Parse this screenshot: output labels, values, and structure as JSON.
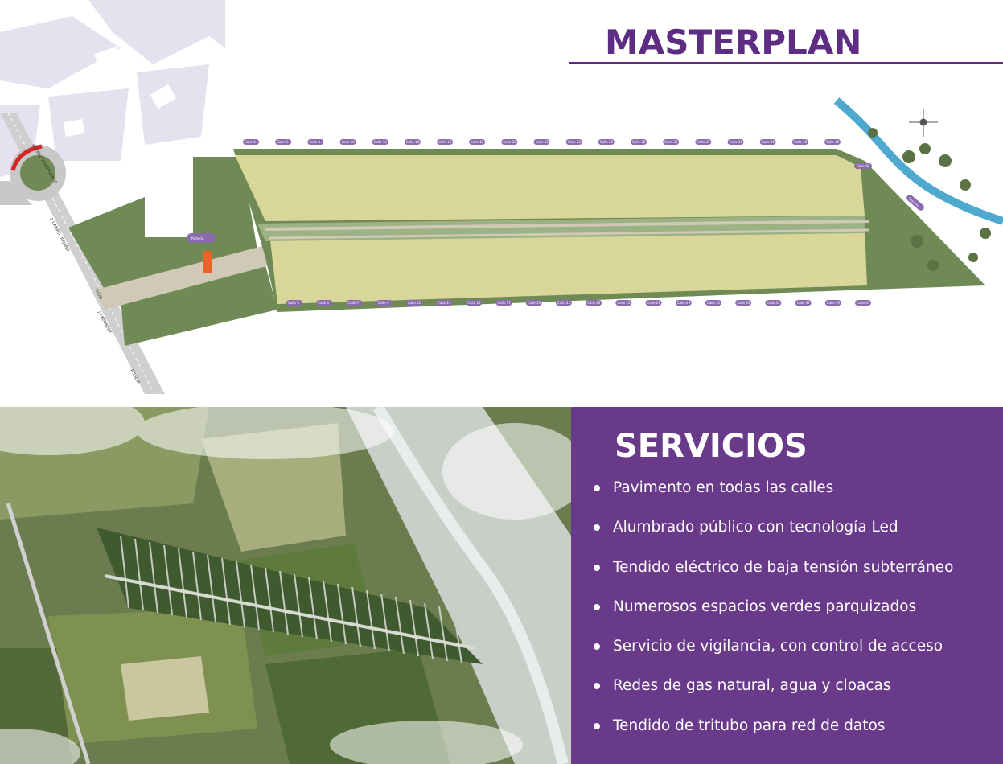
{
  "masterplan": {
    "title": "MASTERPLAN",
    "road_labels": {
      "access": "ACCESO AEROPUERTO",
      "campo_quijano": "A CAMPO QUIJANO",
      "avda": "AVDA.",
      "kennedy": "J.F.KENNEDY",
      "salta": "A SALTA"
    },
    "gate_label": "Portería",
    "amenity_label": "Sendero",
    "top_streets": [
      "Calle 4",
      "Calle 6",
      "Calle 8",
      "Calle 10",
      "Calle 12",
      "Calle 14",
      "Calle 16",
      "Calle 18",
      "Calle 20",
      "Calle 22",
      "Calle 24",
      "Calle 26",
      "Calle 28",
      "Calle 30",
      "Calle 32",
      "Calle 34",
      "Calle 36",
      "Calle 38",
      "Calle 40"
    ],
    "bottom_streets": [
      "Calle 3",
      "Calle 5",
      "Calle 7",
      "Calle 9",
      "Calle 11",
      "Calle 13",
      "Calle 15",
      "Calle 17",
      "Calle 19",
      "Calle 21",
      "Calle 23",
      "Calle 25",
      "Calle 27",
      "Calle 29",
      "Calle 31",
      "Calle 33",
      "Calle 35",
      "Calle 37",
      "Calle 39",
      "Calle 41"
    ],
    "end_street": "Calle 42"
  },
  "servicios": {
    "title": "SERVICIOS",
    "items": [
      "Pavimento en todas las calles",
      "Alumbrado público con tecnología Led",
      "Tendido eléctrico de baja tensión subterráneo",
      "Numerosos espacios verdes parquizados",
      "Servicio de vigilancia, con control de acceso",
      "Redes de gas natural, agua y cloacas",
      "Tendido de tritubo para red de datos"
    ]
  },
  "colors": {
    "brand_purple": "#5c2d82",
    "panel_purple": "#6a3a8a",
    "lot_yellow": "#d9d69a",
    "park_green": "#6f8a55",
    "river_blue": "#4fa9cf",
    "gate_orange": "#e8622a",
    "roundabout_red": "#d3262a"
  }
}
